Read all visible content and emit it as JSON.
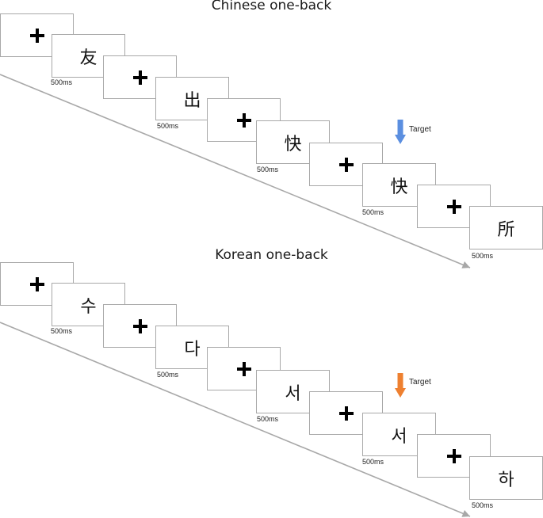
{
  "colors": {
    "chinese_target_arrow": "#5b8fe0",
    "korean_target_arrow": "#ee8030",
    "card_border": "#a8a8a8",
    "timeline": "#a8a8a8"
  },
  "panels": [
    {
      "title": "Chinese one-back",
      "stimuli": [
        "+",
        "友",
        "+",
        "出",
        "+",
        "快",
        "+",
        "快",
        "+",
        "所"
      ],
      "durations": [
        "500ms",
        "500ms",
        "500ms",
        "500ms",
        "500ms"
      ],
      "target_label": "Target"
    },
    {
      "title": "Korean one-back",
      "stimuli": [
        "+",
        "수",
        "+",
        "다",
        "+",
        "서",
        "+",
        "서",
        "+",
        "하"
      ],
      "durations": [
        "500ms",
        "500ms",
        "500ms",
        "500ms",
        "500ms"
      ],
      "target_label": "Target"
    }
  ]
}
